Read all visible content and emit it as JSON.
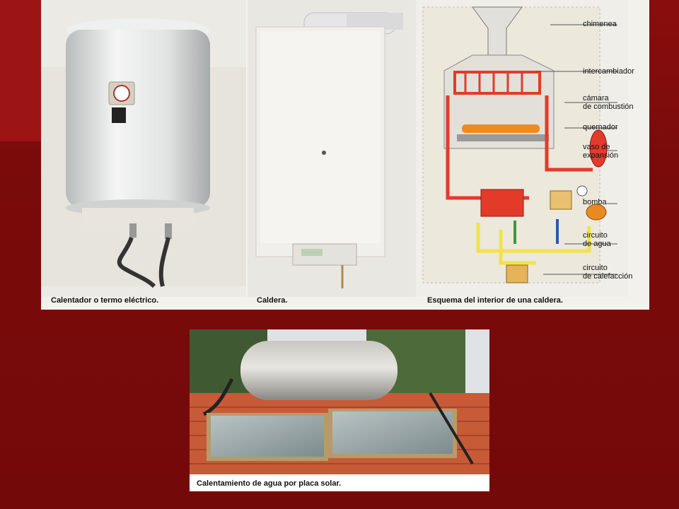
{
  "panels": {
    "top": {
      "captions": {
        "heater": "Calentador o termo eléctrico.",
        "boiler": "Caldera.",
        "scheme": "Esquema del interior de una caldera."
      },
      "scheme_labels": {
        "chimney": "chimenea",
        "exchanger": "intercambiador",
        "chamber_1": "cámara",
        "chamber_2": "de combustión",
        "burner": "quemador",
        "expansion_1": "vaso de",
        "expansion_2": "expansión",
        "pump": "bomba",
        "water_1": "circuito",
        "water_2": "de agua",
        "heating_1": "circuito",
        "heating_2": "de calefacción"
      }
    },
    "bottom": {
      "caption": "Calentamiento de agua por placa solar."
    }
  },
  "colors": {
    "slide_background": "#7a0b0b",
    "hot_circuit": "#e23b2a",
    "cold_circuit": "#f1e24a",
    "flame": "#f08a1c"
  }
}
